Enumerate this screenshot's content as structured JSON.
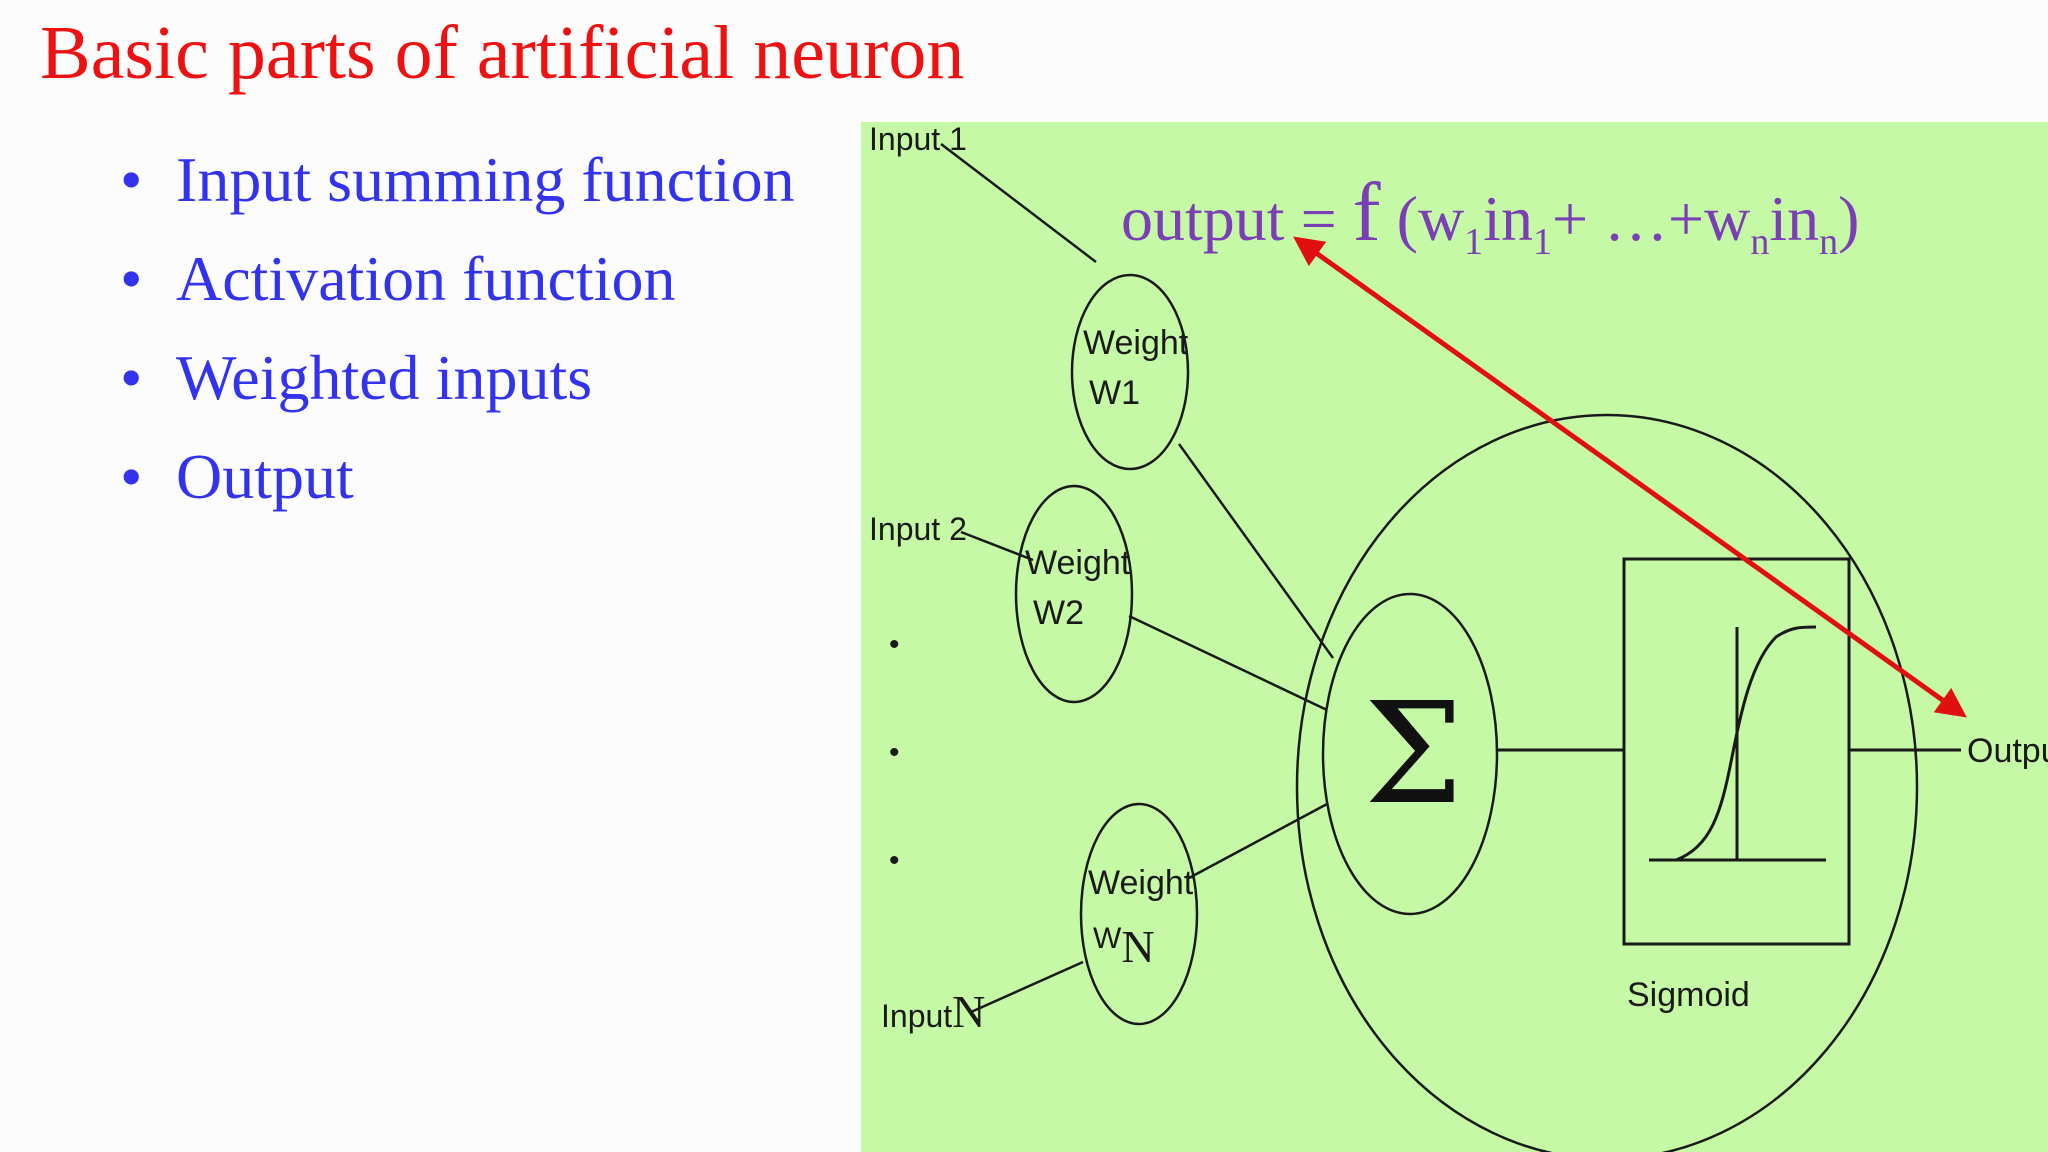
{
  "slide": {
    "title": "Basic parts of artificial neuron",
    "bullets": [
      "Input summing function",
      "Activation function",
      "Weighted inputs",
      "Output"
    ]
  },
  "diagram": {
    "inputs": {
      "input1": "Input 1",
      "input2": "Input 2",
      "input_n_prefix": "Input",
      "input_n_suffix": "N"
    },
    "weights": {
      "word": "Weight",
      "w1": "W1",
      "w2": "W2",
      "wn_prefix": "W",
      "wn_sub": "N"
    },
    "ellipsis_dots": "•",
    "summation_symbol": "Σ",
    "activation_label": "Sigmoid",
    "output_label": "Output",
    "formula": {
      "lhs": "output",
      "eq": " = ",
      "f": "f",
      "open": " (w",
      "sub1": "1",
      "in1": "in",
      "sub1b": "1",
      "mid": "+ …+w",
      "subn": "n",
      "inn": "in",
      "subnb": "n",
      "close": ")"
    },
    "colors": {
      "background": "#c6f9a6",
      "line": "#1a1a1a",
      "arrow": "#e01010",
      "formula": "#7a3fb5"
    }
  }
}
